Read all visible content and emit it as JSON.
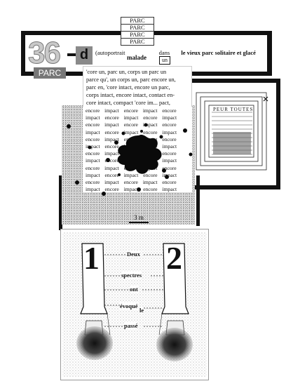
{
  "stack_labels": [
    "PARC",
    "PARC",
    "PARC",
    "PARC"
  ],
  "big_number": "36",
  "letter": "d",
  "badge": "PARC",
  "title": {
    "part1": "(autoportrait",
    "part2": "dans",
    "part3": "le vieux parc solitaire et glacé"
  },
  "malade": "malade",
  "un_label": "un",
  "text_lines": [
    "'core un, parc un, corps un parc un",
    "parce qu', un corps un, parc encore un,",
    "parc en, 'core intact, encore un parc,",
    "corps intact, encore intact, contact en-",
    "core intact, compact 'core im... pact,"
  ],
  "encore_lines": [
    "encore  impact  encore  impact  encore",
    "impact  encore  impact  encore  impact",
    "encore  impact  encore  impact  encore",
    "impact  encore  impact  encore  impact",
    "encore  impact  encore  impact  encore",
    "impact  encore  impact  encore  impact",
    "encore  impact  encore  impact  encore",
    "impact  encore  impact  encore  impact",
    "encore  impact  encore  impact  encore",
    "impact  encore  impact  encore  impact",
    "encore  impact  encore  impact  encore",
    "impact  encore  impact  encore  impact"
  ],
  "scale_label": "3 m",
  "scale_sub": "",
  "numerals": [
    "1",
    "2"
  ],
  "words": [
    "Deux",
    "spectres",
    "ont",
    "évoqué",
    "le",
    "passé"
  ],
  "hatch_text": "PEUR TOUTES"
}
